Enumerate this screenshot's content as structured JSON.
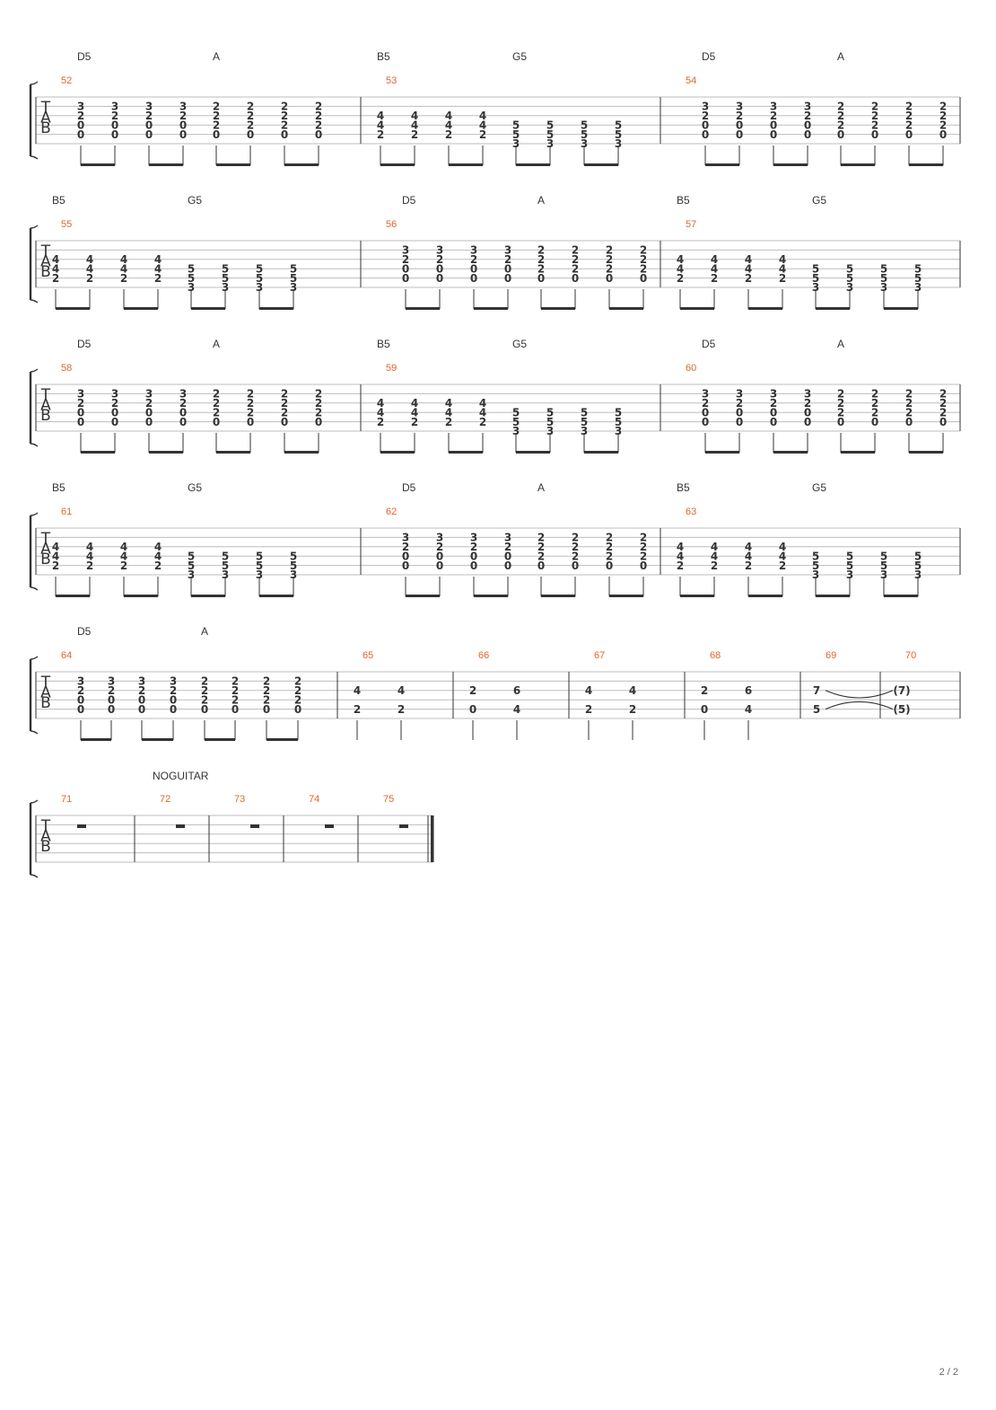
{
  "tab_letters": [
    "T",
    "A",
    "B"
  ],
  "page_indicator": "2 / 2",
  "colors": {
    "measure_number": "#e0662e",
    "ink": "#333333",
    "staff_line": "#bdbdbd"
  },
  "systems": [
    {
      "chords": [
        {
          "label": "D5",
          "measure": 0,
          "beat": 0
        },
        {
          "label": "A",
          "measure": 0,
          "beat": 4
        },
        {
          "label": "B5",
          "measure": 1,
          "beat": 0
        },
        {
          "label": "G5",
          "measure": 1,
          "beat": 4
        },
        {
          "label": "D5",
          "measure": 2,
          "beat": 0
        },
        {
          "label": "A",
          "measure": 2,
          "beat": 4
        }
      ],
      "measures": [
        {
          "number": "52",
          "pattern": "DA"
        },
        {
          "number": "53",
          "pattern": "BG"
        },
        {
          "number": "54",
          "pattern": "DA"
        }
      ]
    },
    {
      "chords": [
        {
          "label": "B5",
          "measure": 0,
          "beat": 0
        },
        {
          "label": "G5",
          "measure": 0,
          "beat": 4
        },
        {
          "label": "D5",
          "measure": 1,
          "beat": 0
        },
        {
          "label": "A",
          "measure": 1,
          "beat": 4
        },
        {
          "label": "B5",
          "measure": 2,
          "beat": 0
        },
        {
          "label": "G5",
          "measure": 2,
          "beat": 4
        }
      ],
      "measures": [
        {
          "number": "55",
          "pattern": "BG"
        },
        {
          "number": "56",
          "pattern": "DA"
        },
        {
          "number": "57",
          "pattern": "BG"
        }
      ]
    },
    {
      "chords": [
        {
          "label": "D5",
          "measure": 0,
          "beat": 0
        },
        {
          "label": "A",
          "measure": 0,
          "beat": 4
        },
        {
          "label": "B5",
          "measure": 1,
          "beat": 0
        },
        {
          "label": "G5",
          "measure": 1,
          "beat": 4
        },
        {
          "label": "D5",
          "measure": 2,
          "beat": 0
        },
        {
          "label": "A",
          "measure": 2,
          "beat": 4
        }
      ],
      "measures": [
        {
          "number": "58",
          "pattern": "DA"
        },
        {
          "number": "59",
          "pattern": "BG"
        },
        {
          "number": "60",
          "pattern": "DA"
        }
      ]
    },
    {
      "chords": [
        {
          "label": "B5",
          "measure": 0,
          "beat": 0
        },
        {
          "label": "G5",
          "measure": 0,
          "beat": 4
        },
        {
          "label": "D5",
          "measure": 1,
          "beat": 0
        },
        {
          "label": "A",
          "measure": 1,
          "beat": 4
        },
        {
          "label": "B5",
          "measure": 2,
          "beat": 0
        },
        {
          "label": "G5",
          "measure": 2,
          "beat": 4
        }
      ],
      "measures": [
        {
          "number": "61",
          "pattern": "BG"
        },
        {
          "number": "62",
          "pattern": "DA"
        },
        {
          "number": "63",
          "pattern": "BG"
        }
      ]
    },
    {
      "chords": [
        {
          "label": "D5",
          "measure": 0,
          "beat": 0
        },
        {
          "label": "A",
          "measure": 0,
          "beat": 4
        }
      ],
      "measures": [
        {
          "number": "64",
          "pattern": "DA"
        },
        {
          "number": "65",
          "pattern": "P1"
        },
        {
          "number": "66",
          "pattern": "P2"
        },
        {
          "number": "67",
          "pattern": "P1"
        },
        {
          "number": "68",
          "pattern": "P2"
        },
        {
          "number": "69",
          "pattern": "TIE_START"
        },
        {
          "number": "70",
          "pattern": "TIE_END"
        }
      ]
    },
    {
      "label": "NOGUITAR",
      "measures": [
        {
          "number": "71",
          "pattern": "REST"
        },
        {
          "number": "72",
          "pattern": "REST"
        },
        {
          "number": "73",
          "pattern": "REST"
        },
        {
          "number": "74",
          "pattern": "REST"
        },
        {
          "number": "75",
          "pattern": "REST",
          "final": true
        }
      ]
    }
  ],
  "patterns": {
    "DA": [
      {
        "s": 2,
        "f": "3"
      },
      {
        "s": 3,
        "f": "2"
      },
      {
        "s": 4,
        "f": "0"
      },
      {
        "s": 5,
        "f": "0"
      },
      {
        "s": 2,
        "f": "3"
      },
      {
        "s": 3,
        "f": "2"
      },
      {
        "s": 4,
        "f": "0"
      },
      {
        "s": 5,
        "f": "0"
      },
      {
        "s": 2,
        "f": "3"
      },
      {
        "s": 3,
        "f": "2"
      },
      {
        "s": 4,
        "f": "0"
      },
      {
        "s": 5,
        "f": "0"
      },
      {
        "s": 2,
        "f": "3"
      },
      {
        "s": 3,
        "f": "2"
      },
      {
        "s": 4,
        "f": "0"
      },
      {
        "s": 5,
        "f": "0"
      },
      {
        "s": 2,
        "f": "2"
      },
      {
        "s": 3,
        "f": "2"
      },
      {
        "s": 4,
        "f": "2"
      },
      {
        "s": 5,
        "f": "0"
      },
      {
        "s": 2,
        "f": "2"
      },
      {
        "s": 3,
        "f": "2"
      },
      {
        "s": 4,
        "f": "2"
      },
      {
        "s": 5,
        "f": "0"
      },
      {
        "s": 2,
        "f": "2"
      },
      {
        "s": 3,
        "f": "2"
      },
      {
        "s": 4,
        "f": "2"
      },
      {
        "s": 5,
        "f": "0"
      },
      {
        "s": 2,
        "f": "2"
      },
      {
        "s": 3,
        "f": "2"
      },
      {
        "s": 4,
        "f": "2"
      },
      {
        "s": 5,
        "f": "0"
      }
    ],
    "BG": [
      {
        "s": 3,
        "f": "4"
      },
      {
        "s": 4,
        "f": "4"
      },
      {
        "s": 5,
        "f": "2"
      },
      {
        "s": 3,
        "f": "4"
      },
      {
        "s": 4,
        "f": "4"
      },
      {
        "s": 5,
        "f": "2"
      },
      {
        "s": 3,
        "f": "4"
      },
      {
        "s": 4,
        "f": "4"
      },
      {
        "s": 5,
        "f": "2"
      },
      {
        "s": 3,
        "f": "4"
      },
      {
        "s": 4,
        "f": "4"
      },
      {
        "s": 5,
        "f": "2"
      },
      {
        "s": 4,
        "f": "5"
      },
      {
        "s": 5,
        "f": "5"
      },
      {
        "s": 6,
        "f": "3"
      },
      {
        "s": 4,
        "f": "5"
      },
      {
        "s": 5,
        "f": "5"
      },
      {
        "s": 6,
        "f": "3"
      },
      {
        "s": 4,
        "f": "5"
      },
      {
        "s": 5,
        "f": "5"
      },
      {
        "s": 6,
        "f": "3"
      },
      {
        "s": 4,
        "f": "5"
      },
      {
        "s": 5,
        "f": "5"
      },
      {
        "s": 6,
        "f": "3"
      }
    ],
    "P1": [
      {
        "s": 3,
        "f": "4"
      },
      {
        "s": 5,
        "f": "2"
      },
      {
        "s": 3,
        "f": "4"
      },
      {
        "s": 5,
        "f": "2"
      }
    ],
    "P2": [
      {
        "s": 3,
        "f": "2"
      },
      {
        "s": 5,
        "f": "0"
      },
      {
        "s": 3,
        "f": "6"
      },
      {
        "s": 5,
        "f": "4"
      }
    ],
    "TIE_START": [
      {
        "s": 3,
        "f": "7"
      },
      {
        "s": 5,
        "f": "5"
      }
    ],
    "TIE_END": [
      {
        "s": 3,
        "f": "(7)"
      },
      {
        "s": 5,
        "f": "(5)"
      }
    ]
  }
}
